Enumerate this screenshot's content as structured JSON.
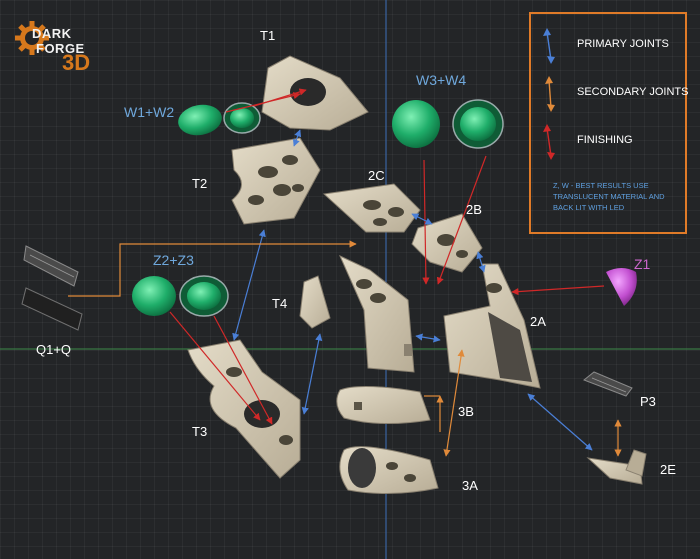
{
  "logo": {
    "line1": "DARK",
    "line2": "FORGE",
    "line3": "3D"
  },
  "legend": {
    "items": [
      {
        "label": "PRIMARY JOINTS",
        "color": "#4a7fd6"
      },
      {
        "label": "SECONDARY JOINTS",
        "color": "#e08a3a"
      },
      {
        "label": "FINISHING",
        "color": "#d02828"
      }
    ],
    "note": "Z, W - BEST RESULTS USE TRANSLUCENT MATERIAL AND BACK LIT WITH LED",
    "border_color": "#e07b28"
  },
  "parts": {
    "t1": "T1",
    "t2": "T2",
    "t3": "T3",
    "t4": "T4",
    "w1w2": "W1+W2",
    "w3w4": "W3+W4",
    "z2z3": "Z2+Z3",
    "z1": "Z1",
    "c2": "2C",
    "b2": "2B",
    "a2": "2A",
    "e2": "2E",
    "b3": "3B",
    "a3": "3A",
    "p3": "P3",
    "q1q": "Q1+Q"
  },
  "colors": {
    "part_body": "#d3c9b3",
    "lens_green": "#1fae6a",
    "lens_purple": "#c24fd0",
    "dark_detail": "#3a3a3a"
  }
}
